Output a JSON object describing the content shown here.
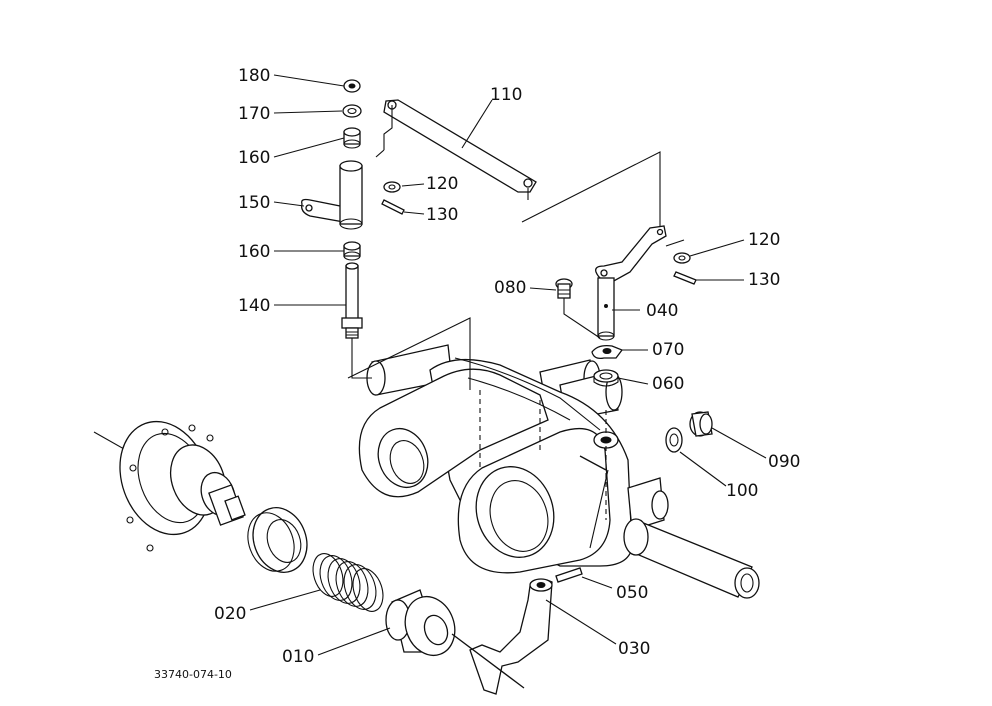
{
  "diagram": {
    "figure_code": "33740-074-10",
    "parts": [
      {
        "id": "180",
        "label": "180"
      },
      {
        "id": "170",
        "label": "170"
      },
      {
        "id": "160a",
        "label": "160"
      },
      {
        "id": "150",
        "label": "150"
      },
      {
        "id": "160b",
        "label": "160"
      },
      {
        "id": "140",
        "label": "140"
      },
      {
        "id": "110",
        "label": "110"
      },
      {
        "id": "120a",
        "label": "120"
      },
      {
        "id": "130a",
        "label": "130"
      },
      {
        "id": "120b",
        "label": "120"
      },
      {
        "id": "130b",
        "label": "130"
      },
      {
        "id": "080",
        "label": "080"
      },
      {
        "id": "040",
        "label": "040"
      },
      {
        "id": "070",
        "label": "070"
      },
      {
        "id": "060",
        "label": "060"
      },
      {
        "id": "090",
        "label": "090"
      },
      {
        "id": "100",
        "label": "100"
      },
      {
        "id": "050",
        "label": "050"
      },
      {
        "id": "030",
        "label": "030"
      },
      {
        "id": "020",
        "label": "020"
      },
      {
        "id": "010",
        "label": "010"
      }
    ]
  }
}
